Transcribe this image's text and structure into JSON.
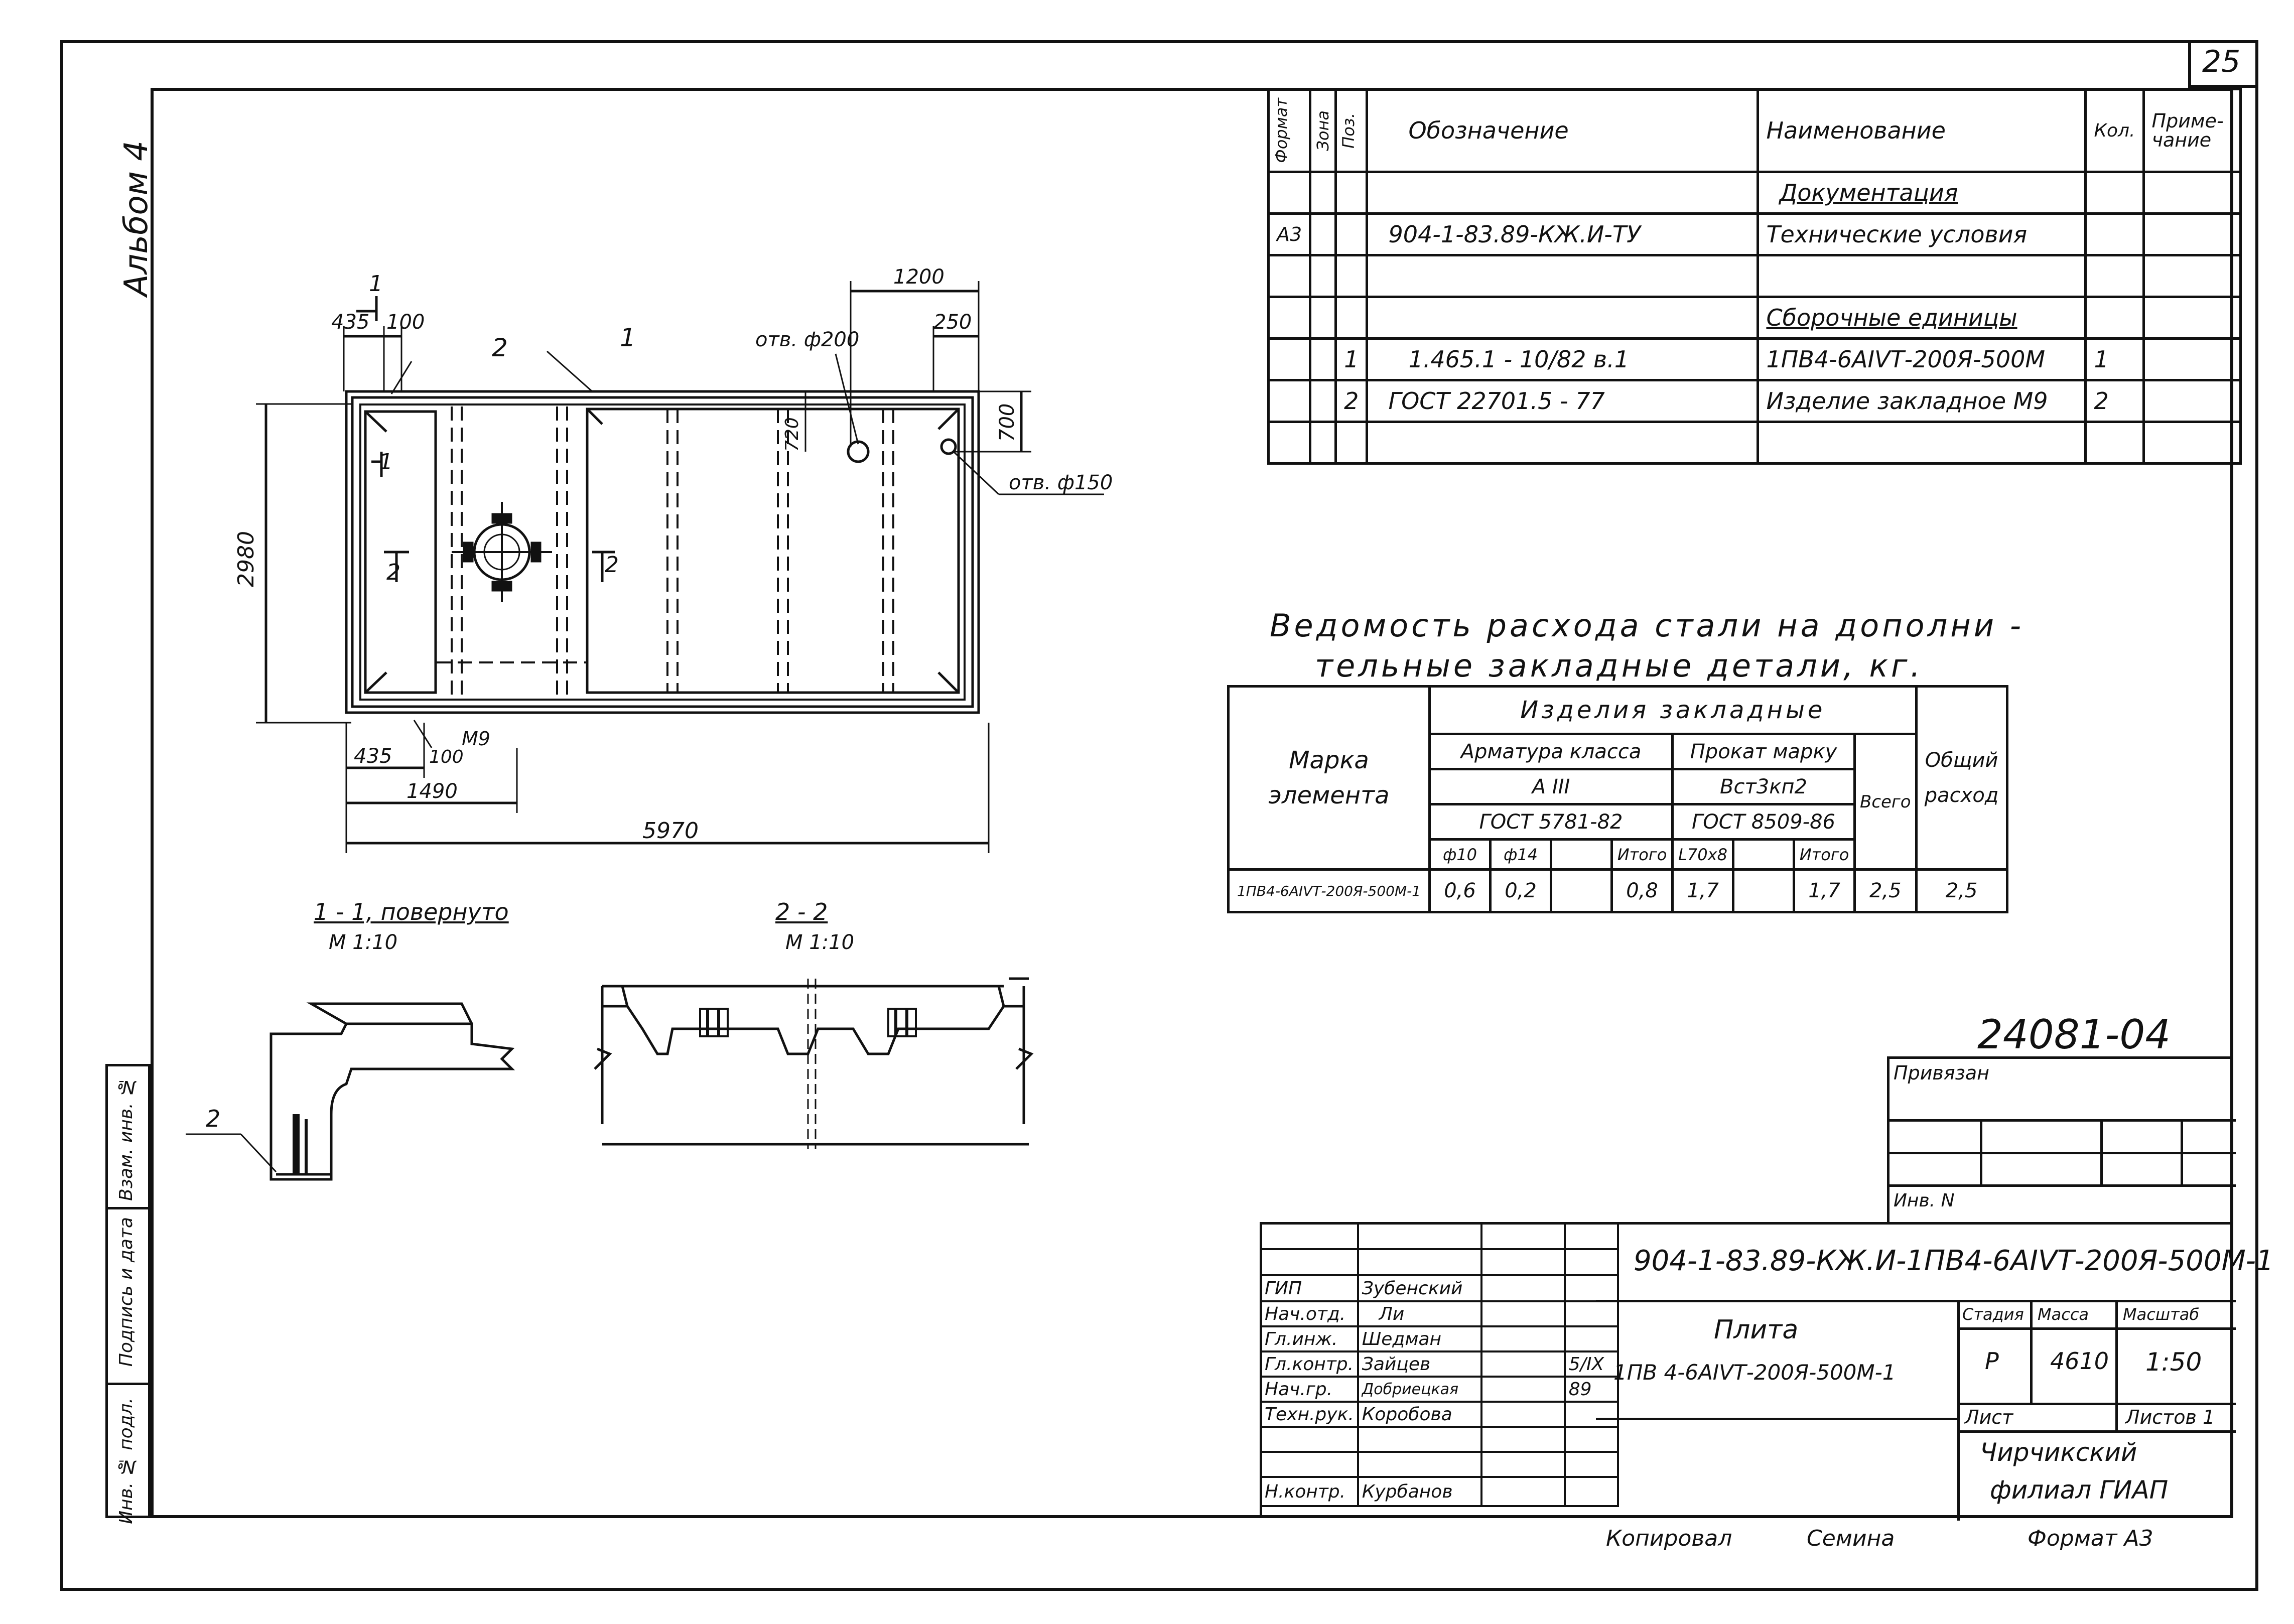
{
  "sheet_number": "25",
  "album_label": "Альбом 4",
  "left_strip": [
    "Взам. инв. №",
    "Подпись и дата",
    "Инв. № подл."
  ],
  "spec_table": {
    "headers": [
      "Формат",
      "Зона",
      "Поз.",
      "Обозначение",
      "Наименование",
      "Кол.",
      "Приме-чание"
    ],
    "rows": [
      {
        "format": "",
        "zone": "",
        "pos": "",
        "designation": "",
        "name": "Документация",
        "qty": "",
        "note": ""
      },
      {
        "format": "А3",
        "zone": "",
        "pos": "",
        "designation": "904-1-83.89-КЖ.И-ТУ",
        "name": "Технические условия",
        "qty": "",
        "note": ""
      },
      {
        "format": "",
        "zone": "",
        "pos": "",
        "designation": "",
        "name": "",
        "qty": "",
        "note": ""
      },
      {
        "format": "",
        "zone": "",
        "pos": "",
        "designation": "",
        "name": "Сборочные единицы",
        "qty": "",
        "note": ""
      },
      {
        "format": "",
        "zone": "",
        "pos": "1",
        "designation": "1.465.1 - 10/82 в.1",
        "name": "1ПВ4-6АIVТ-200Я-500М",
        "qty": "1",
        "note": ""
      },
      {
        "format": "",
        "zone": "",
        "pos": "2",
        "designation": "ГОСТ 22701.5 - 77",
        "name": "Изделие закладное М9",
        "qty": "2",
        "note": ""
      },
      {
        "format": "",
        "zone": "",
        "pos": "",
        "designation": "",
        "name": "",
        "qty": "",
        "note": ""
      }
    ]
  },
  "steel_title_line1": "Ведомость расхода стали на дополни -",
  "steel_title_line2": "тельные закладные детали, кг.",
  "steel_table": {
    "mark_header": "Марка элемента",
    "group_header": "Изделия закладные",
    "rebar_header": "Арматура класса",
    "rebar_class": "А III",
    "rebar_gost": "ГОСТ 5781-82",
    "rolled_header": "Прокат марку",
    "rolled_grade": "Вст3кп2",
    "rolled_gost": "ГОСТ 8509-86",
    "total_header": "Всего",
    "overall_header": "Общий расход",
    "sub_headers": [
      "ф10",
      "ф14",
      "",
      "Итого",
      "L70х8",
      "",
      "Итого"
    ],
    "row": {
      "mark": "1ПВ4-6АIVТ-200Я-500М-1",
      "values": [
        "0,6",
        "0,2",
        "",
        "0,8",
        "1,7",
        "",
        "1,7"
      ],
      "total": "2,5",
      "overall": "2,5"
    }
  },
  "drawing": {
    "dims": [
      "435",
      "100",
      "1200",
      "250",
      "700",
      "720",
      "2980",
      "435",
      "100",
      "1490",
      "5970"
    ],
    "callouts": [
      "1",
      "2",
      "отв. ф200",
      "отв. ф150",
      "М9"
    ],
    "section_marks": [
      "1",
      "1",
      "2",
      "2"
    ],
    "section1_title": "1 - 1, повернуто",
    "section1_scale": "М 1:10",
    "section2_title": "2 - 2",
    "section2_scale": "М 1:10",
    "section1_callout": "2"
  },
  "bind_code": "24081-04",
  "privyazan": "Привязан",
  "inv_n": "Инв. N",
  "title_block": {
    "doc_code": "904-1-83.89-КЖ.И-1ПВ4-6АIVТ-200Я-500М-1",
    "roles": [
      {
        "role": "",
        "name": ""
      },
      {
        "role": "ГИП",
        "name": "Зубенский"
      },
      {
        "role": "Нач.отд.",
        "name": "Ли"
      },
      {
        "role": "Гл.инж.",
        "name": "Шедман"
      },
      {
        "role": "Гл.контр.",
        "name": "Зайцев"
      },
      {
        "role": "Нач.гр.",
        "name": "Добриецкая"
      },
      {
        "role": "Техн.рук.",
        "name": "Коробова"
      },
      {
        "role": "",
        "name": ""
      },
      {
        "role": "Н.контр.",
        "name": "Курбанов"
      }
    ],
    "date_marks": [
      "5/IX",
      "89"
    ],
    "item_name": "Плита",
    "item_mark": "1ПВ 4-6АIVТ-200Я-500М-1",
    "stage_label": "Стадия",
    "mass_label": "Масса",
    "scale_label": "Масштаб",
    "stage": "Р",
    "mass": "4610",
    "scale": "1:50",
    "sheet_label": "Лист",
    "sheets_label": "Листов 1",
    "org_line1": "Чирчикский",
    "org_line2": "филиал ГИАП"
  },
  "copied_label": "Копировал",
  "copied_name": "Семина",
  "format_label": "Формат А3"
}
